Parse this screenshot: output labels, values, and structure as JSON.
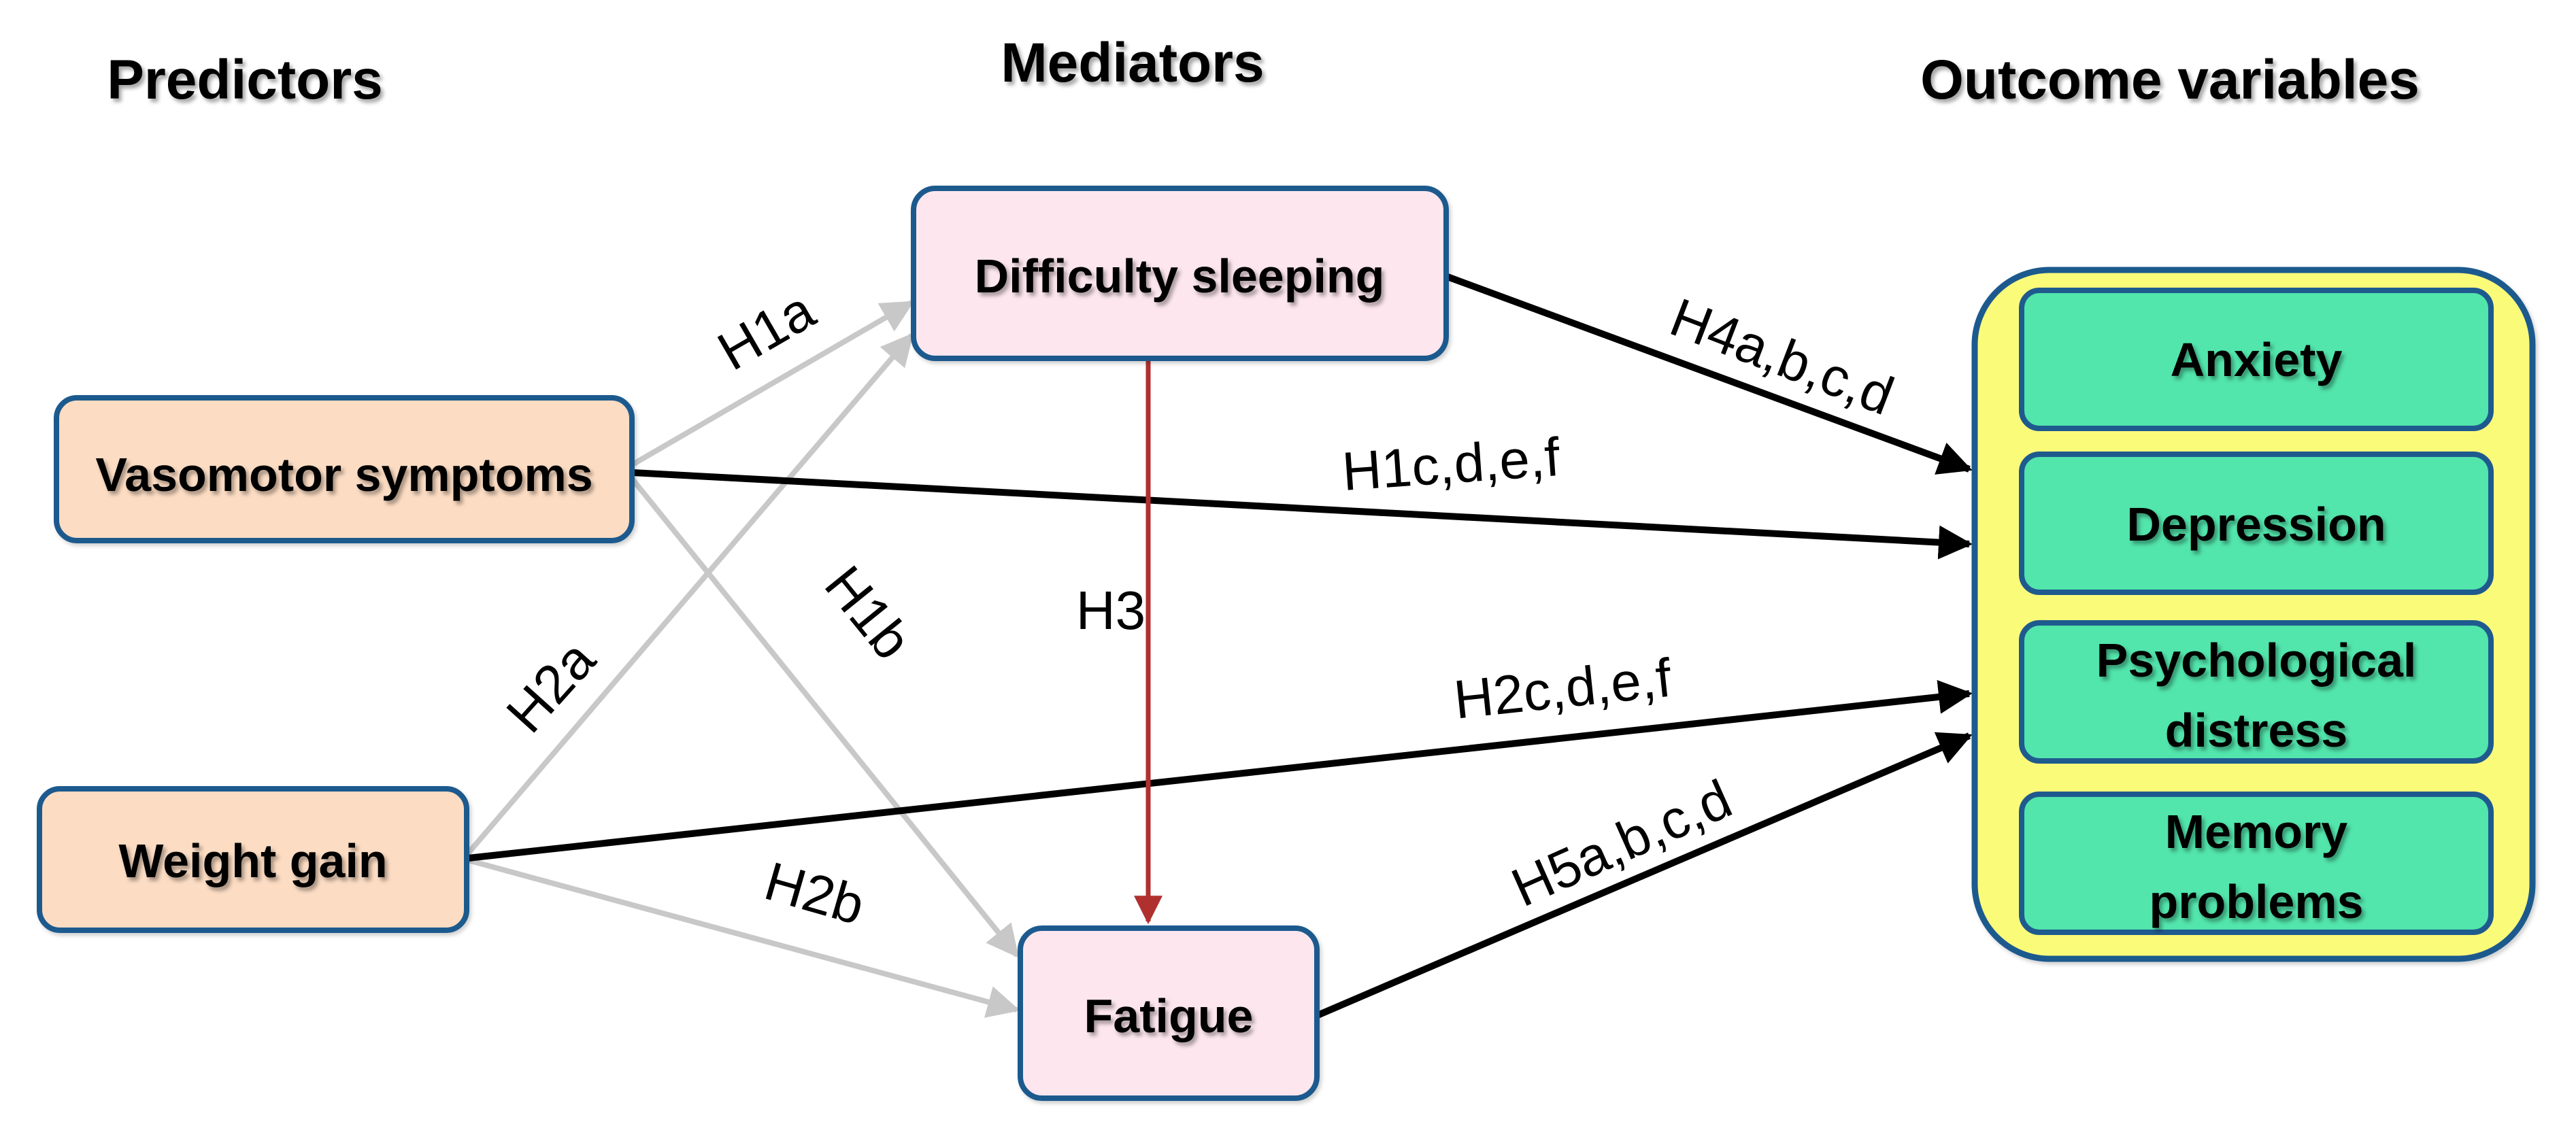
{
  "headings": {
    "predictors": "Predictors",
    "mediators": "Mediators",
    "outcomes": "Outcome variables"
  },
  "predictors": {
    "vasomotor": "Vasomotor symptoms",
    "weight_gain": "Weight gain"
  },
  "mediators": {
    "sleep": "Difficulty sleeping",
    "fatigue": "Fatigue"
  },
  "outcomes": {
    "anxiety": "Anxiety",
    "depression": "Depression",
    "distress_line1": "Psychological",
    "distress_line2": "distress",
    "memory_line1": "Memory",
    "memory_line2": "problems"
  },
  "hypotheses": {
    "h1a": "H1a",
    "h1b": "H1b",
    "h1cdef": "H1c,d,e,f",
    "h2a": "H2a",
    "h2b": "H2b",
    "h2cdef": "H2c,d,e,f",
    "h3": "H3",
    "h4": "H4a,b,c,d",
    "h5": "H5a,b,c,d"
  },
  "colors": {
    "predictor_fill": "#fcdcc3",
    "mediator_fill": "#fde6ee",
    "outcome_fill": "#52e5ac",
    "outcome_group_fill": "#fbfb7a",
    "box_border": "#1f5a8e",
    "arrow_black": "#000000",
    "arrow_gray": "#c8c8c8",
    "arrow_red": "#b03030"
  }
}
